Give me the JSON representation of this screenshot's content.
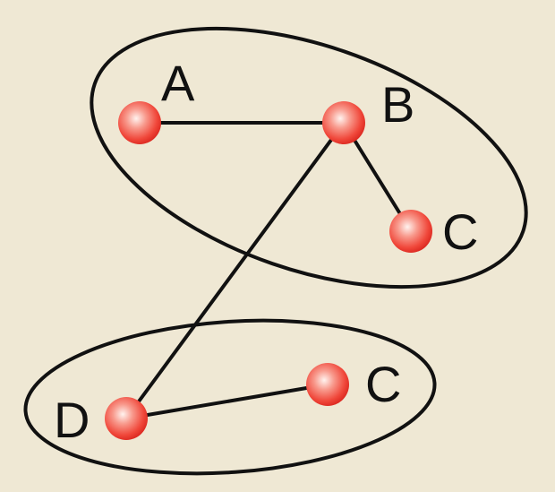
{
  "colors": {
    "background": "#efe8d4",
    "stroke": "#111111",
    "node_highlight": "#fff3ef",
    "node_mid": "#f46a5c",
    "node_edge": "#d8231c"
  },
  "clusters": [
    {
      "id": "upper",
      "name": "upper-cluster-ellipse"
    },
    {
      "id": "lower",
      "name": "lower-cluster-ellipse"
    }
  ],
  "nodes": [
    {
      "id": "A1",
      "label": "A"
    },
    {
      "id": "B1",
      "label": "B"
    },
    {
      "id": "C1",
      "label": "C"
    },
    {
      "id": "D1",
      "label": "D"
    },
    {
      "id": "C2",
      "label": "C"
    }
  ],
  "edges": [
    {
      "from": "A1",
      "to": "B1"
    },
    {
      "from": "B1",
      "to": "C1"
    },
    {
      "from": "B1",
      "to": "D1"
    },
    {
      "from": "D1",
      "to": "C2"
    }
  ]
}
